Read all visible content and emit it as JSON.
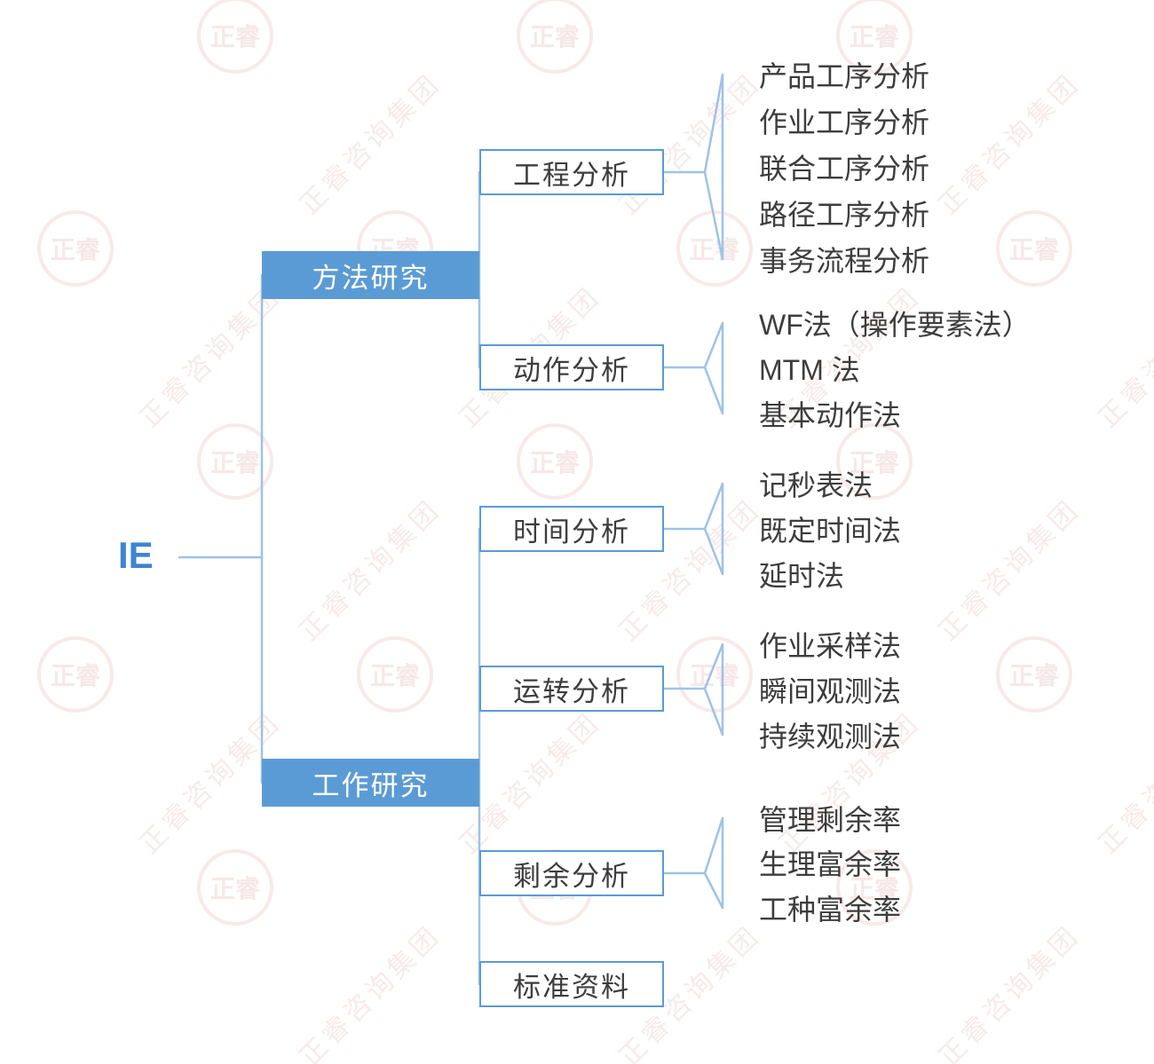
{
  "colors": {
    "branch_fill": "#5B9BD5",
    "box_border": "#5B9BD5",
    "connector_line": "#9DC3E6",
    "root_text": "#3D85D0",
    "leaf_text": "#3D3D3D",
    "watermark": "#C0504D"
  },
  "root": {
    "label": "IE"
  },
  "branches": [
    {
      "label": "方法研究",
      "children": [
        {
          "label": "工程分析",
          "leaves": [
            "产品工序分析",
            "作业工序分析",
            "联合工序分析",
            "路径工序分析",
            "事务流程分析"
          ]
        },
        {
          "label": "动作分析",
          "leaves": [
            "WF法（操作要素法）",
            "MTM 法",
            "基本动作法"
          ]
        }
      ]
    },
    {
      "label": "工作研究",
      "children": [
        {
          "label": "时间分析",
          "leaves": [
            "记秒表法",
            "既定时间法",
            "延时法"
          ]
        },
        {
          "label": "运转分析",
          "leaves": [
            "作业采样法",
            "瞬间观测法",
            "持续观测法"
          ]
        },
        {
          "label": "剩余分析",
          "leaves": [
            "管理剩余率",
            "生理富余率",
            "工种富余率"
          ]
        },
        {
          "label": "标准资料",
          "leaves": []
        }
      ]
    }
  ],
  "watermark": {
    "text": "正睿咨询集团",
    "logo_text": "正睿"
  }
}
